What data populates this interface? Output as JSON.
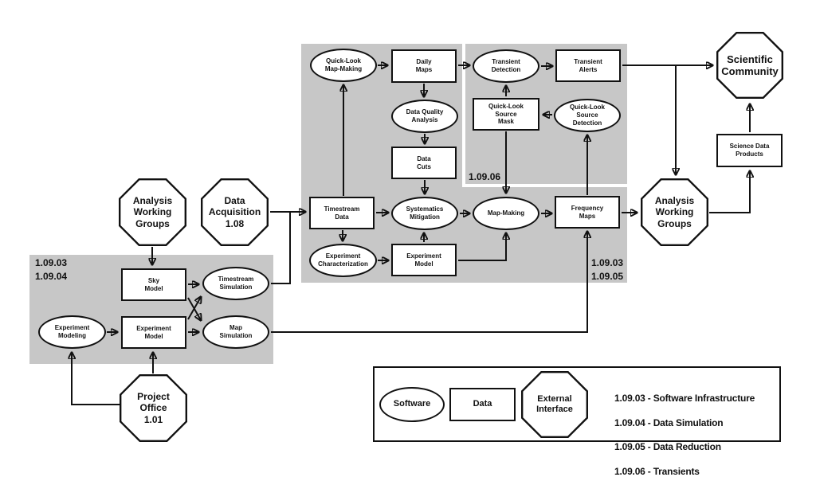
{
  "colors": {
    "region_gray": "#c7c7c7",
    "line": "#111111",
    "node_fill": "#ffffff"
  },
  "regions": {
    "simulation_label": "1.09.03\n1.09.04",
    "transients_label": "1.09.06",
    "reduction_label": "1.09.03\n1.09.05"
  },
  "nodes": {
    "ql_map_making": "Quick-Look\nMap-Making",
    "daily_maps": "Daily\nMaps",
    "transient_detection": "Transient\nDetection",
    "transient_alerts": "Transient\nAlerts",
    "data_quality_analysis": "Data Quality\nAnalysis",
    "ql_source_mask": "Quick-Look\nSource\nMask",
    "ql_source_detection": "Quick-Look\nSource\nDetection",
    "data_cuts": "Data\nCuts",
    "timestream_data": "Timestream\nData",
    "systematics_mitigation": "Systematics\nMitigation",
    "map_making": "Map-Making",
    "frequency_maps": "Frequency\nMaps",
    "experiment_characterization": "Experiment\nCharacterization",
    "experiment_model_central": "Experiment\nModel",
    "science_data_products": "Science Data\nProducts",
    "scientific_community": "Scientific\nCommunity",
    "awg_left": "Analysis\nWorking\nGroups",
    "data_acquisition": "Data\nAcquisition\n1.08",
    "awg_right": "Analysis\nWorking\nGroups",
    "sky_model": "Sky\nModel",
    "timestream_simulation": "Timestream\nSimulation",
    "experiment_modeling": "Experiment\nModeling",
    "experiment_model_sim": "Experiment\nModel",
    "map_simulation": "Map\nSimulation",
    "project_office": "Project\nOffice\n1.01"
  },
  "legend": {
    "software": "Software",
    "data": "Data",
    "external_interface": "External\nInterface",
    "entries": [
      "1.09.03 - Software Infrastructure",
      "1.09.04 - Data Simulation",
      "1.09.05 - Data Reduction",
      "1.09.06 - Transients"
    ]
  }
}
